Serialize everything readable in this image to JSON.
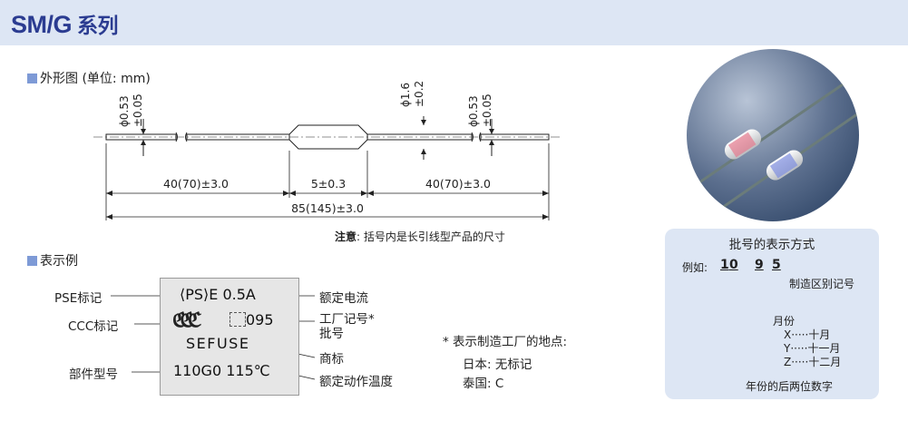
{
  "header": {
    "title": "SM/G",
    "title_cn": "系列"
  },
  "outline": {
    "title": "外形图 (单位: mm)",
    "dims": {
      "lead_dia_left": [
        "ϕ0.53",
        "±0.05"
      ],
      "body_dia": [
        "ϕ1.6",
        "±0.2"
      ],
      "lead_dia_right": [
        "ϕ0.53",
        "±0.05"
      ],
      "left_len": "40(70)±3.0",
      "body_len": "5±0.3",
      "right_len": "40(70)±3.0",
      "total_len": "85(145)±3.0"
    },
    "note_bold": "注意",
    "note_text": ": 括号内是长引线型产品的尺寸"
  },
  "marking": {
    "title": "表示例",
    "box": {
      "line1": "⟨PS⟩E  0.5A",
      "ccc": "ℭℭℭ",
      "lot": "095",
      "brand": "SEFUSE",
      "part": "110G0 115℃"
    },
    "labels_left": {
      "pse": "PSE标记",
      "ccc": "CCC标记",
      "part": "部件型号"
    },
    "labels_right": {
      "rating": "额定电流",
      "lot_1": "工厂记号*",
      "lot_2": "批号",
      "brand": "商标",
      "temp": "额定动作温度"
    },
    "factory_note": {
      "title": "* 表示制造工厂的地点:",
      "japan": "日本: 无标记",
      "thailand": "泰国: C"
    }
  },
  "lot_code": {
    "title": "批号的表示方式",
    "example_label": "例如:",
    "digit_1": "1",
    "digit_2": "0",
    "digit_3": "9",
    "digit_4": "5",
    "region_label": "制造区别记号",
    "month_label": "月份",
    "month_x": "X·····十月",
    "month_y": "Y·····十一月",
    "month_z": "Z·····十二月",
    "year_label": "年份的后两位数字"
  }
}
